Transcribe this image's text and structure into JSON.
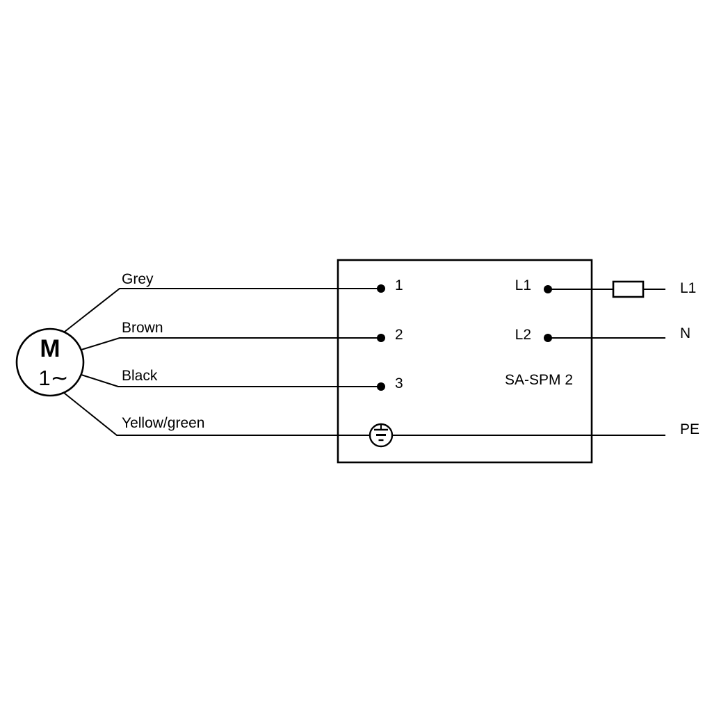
{
  "motor": {
    "label": "M",
    "phase": "1∼"
  },
  "wires": [
    {
      "label": "Grey",
      "terminal": "1"
    },
    {
      "label": "Brown",
      "terminal": "2"
    },
    {
      "label": "Black",
      "terminal": "3"
    },
    {
      "label": "Yellow/green",
      "terminal": "PE"
    }
  ],
  "controller": {
    "model": "SA-SPM 2",
    "input_terminals": [
      {
        "label": "1"
      },
      {
        "label": "2"
      },
      {
        "label": "3"
      }
    ],
    "supply_terminals": [
      {
        "label": "L1"
      },
      {
        "label": "L2"
      }
    ]
  },
  "supply": {
    "l1": "L1",
    "n": "N",
    "pe": "PE"
  },
  "colors": {
    "line": "#000000",
    "background": "#ffffff"
  }
}
